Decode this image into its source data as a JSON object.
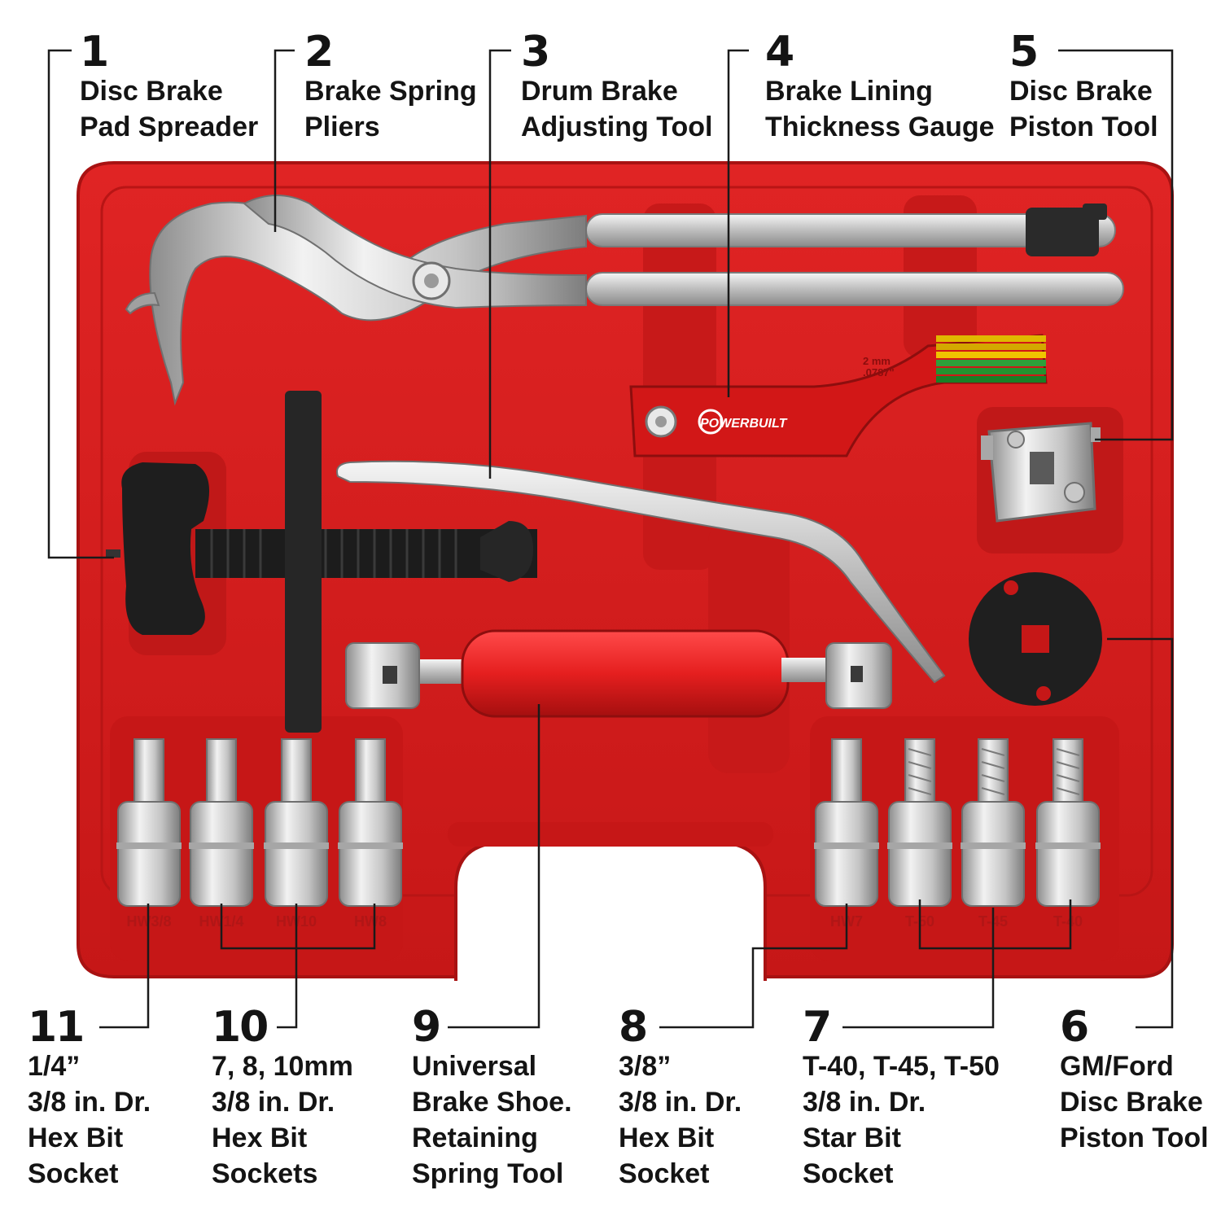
{
  "top_callouts": [
    {
      "number": "1",
      "lines": [
        "Disc Brake",
        "Pad Spreader"
      ]
    },
    {
      "number": "2",
      "lines": [
        "Brake Spring",
        "Pliers"
      ]
    },
    {
      "number": "3",
      "lines": [
        "Drum Brake",
        "Adjusting Tool"
      ]
    },
    {
      "number": "4",
      "lines": [
        "Brake Lining",
        "Thickness Gauge"
      ]
    },
    {
      "number": "5",
      "lines": [
        "Disc Brake",
        "Piston Tool"
      ]
    }
  ],
  "bottom_callouts": [
    {
      "number": "11",
      "lines": [
        "1/4”",
        "3/8 in. Dr.",
        "Hex Bit",
        "Socket"
      ]
    },
    {
      "number": "10",
      "lines": [
        "7, 8, 10mm",
        "3/8 in. Dr.",
        "Hex Bit",
        "Sockets"
      ]
    },
    {
      "number": "9",
      "lines": [
        "Universal",
        "Brake Shoe.",
        "Retaining",
        "Spring Tool"
      ]
    },
    {
      "number": "8",
      "lines": [
        "3/8”",
        "3/8 in. Dr.",
        "Hex Bit",
        "Socket"
      ]
    },
    {
      "number": "7",
      "lines": [
        "T-40, T-45, T-50",
        "3/8 in. Dr.",
        "Star Bit",
        "Socket"
      ]
    },
    {
      "number": "6",
      "lines": [
        "GM/Ford",
        "Disc Brake",
        "Piston Tool"
      ]
    }
  ],
  "brand": "POWERBUILT",
  "gauge_marking": [
    "2 mm",
    ".0787\""
  ],
  "socket_labels_left": [
    "HW3/8",
    "HW1/4",
    "HW10",
    "HW8"
  ],
  "socket_labels_right": [
    "HW7",
    "T-50",
    "T-45",
    "T-40"
  ],
  "colors": {
    "case_red": "#d81e1e",
    "case_dark": "#b31414",
    "chrome": "#d9d9d9",
    "black": "#1a1a1a",
    "text": "#141414"
  }
}
